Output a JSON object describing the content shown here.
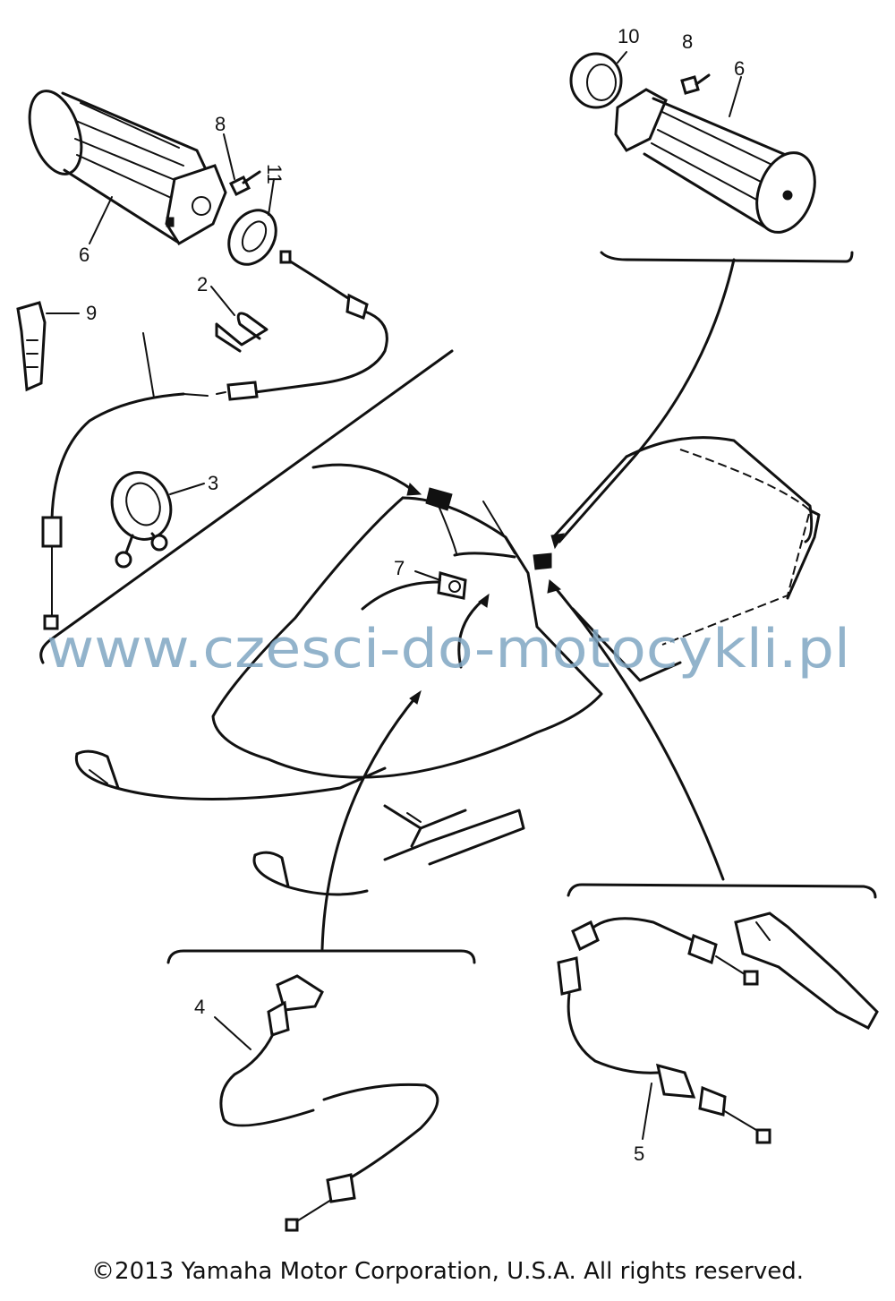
{
  "callouts": {
    "c2": "2",
    "c3": "3",
    "c4": "4",
    "c5": "5",
    "c6_left": "6",
    "c6_right": "6",
    "c7": "7",
    "c8_left": "8",
    "c8_right": "8",
    "c9": "9",
    "c10": "10",
    "c11": "11"
  },
  "watermark": "www.czesci-do-motocykli.pl",
  "copyright": "©2013 Yamaha Motor Corporation, U.S.A. All rights reserved.",
  "colors": {
    "line": "#111111",
    "watermark": "#7fa6c2",
    "background": "#ffffff"
  }
}
